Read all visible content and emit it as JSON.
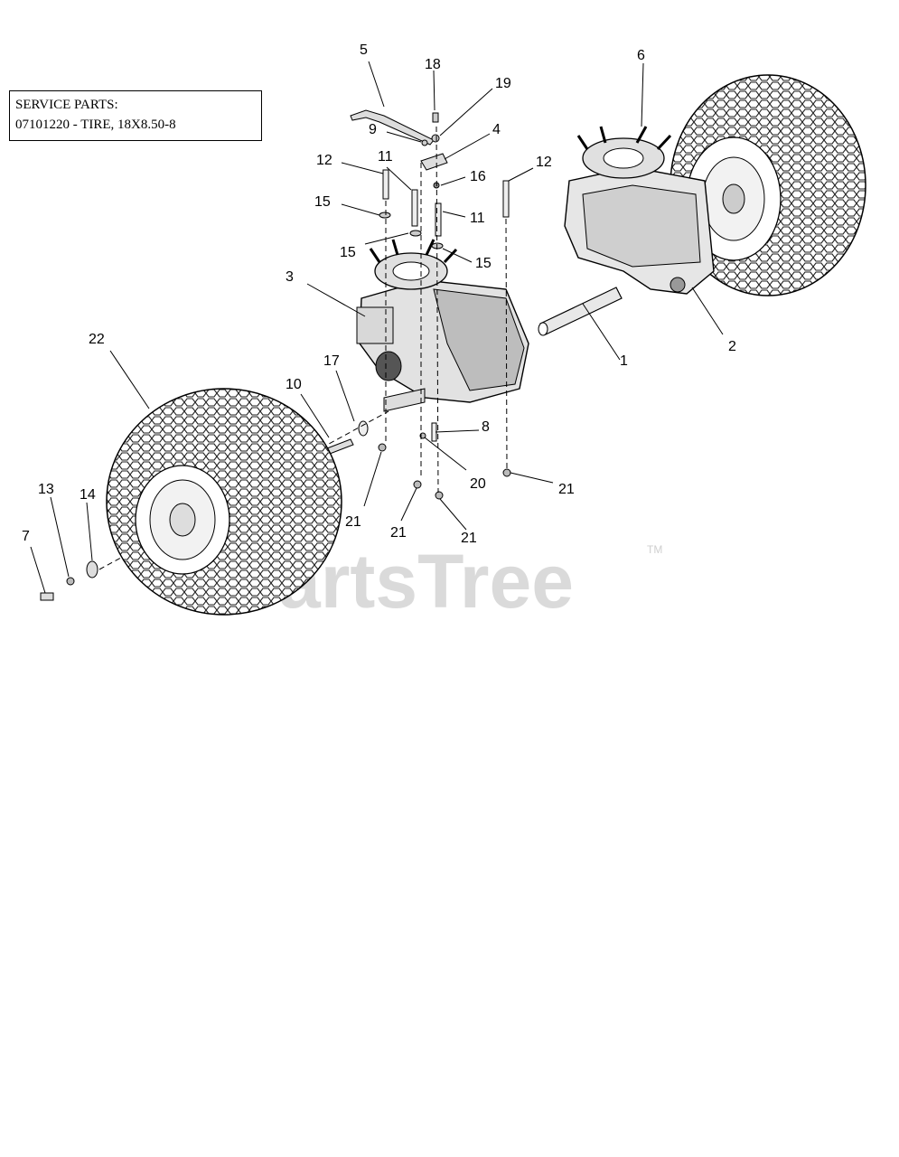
{
  "service_box": {
    "line1": "SERVICE PARTS:",
    "line2": "07101220 - TIRE, 18X8.50-8"
  },
  "watermark": {
    "text": "PartsTree",
    "tm": "TM"
  },
  "callouts": [
    "5",
    "18",
    "19",
    "9",
    "4",
    "6",
    "12",
    "11",
    "16",
    "12",
    "15",
    "11",
    "15",
    "15",
    "3",
    "22",
    "17",
    "10",
    "8",
    "1",
    "2",
    "20",
    "21",
    "21",
    "21",
    "21",
    "13",
    "14",
    "7"
  ]
}
